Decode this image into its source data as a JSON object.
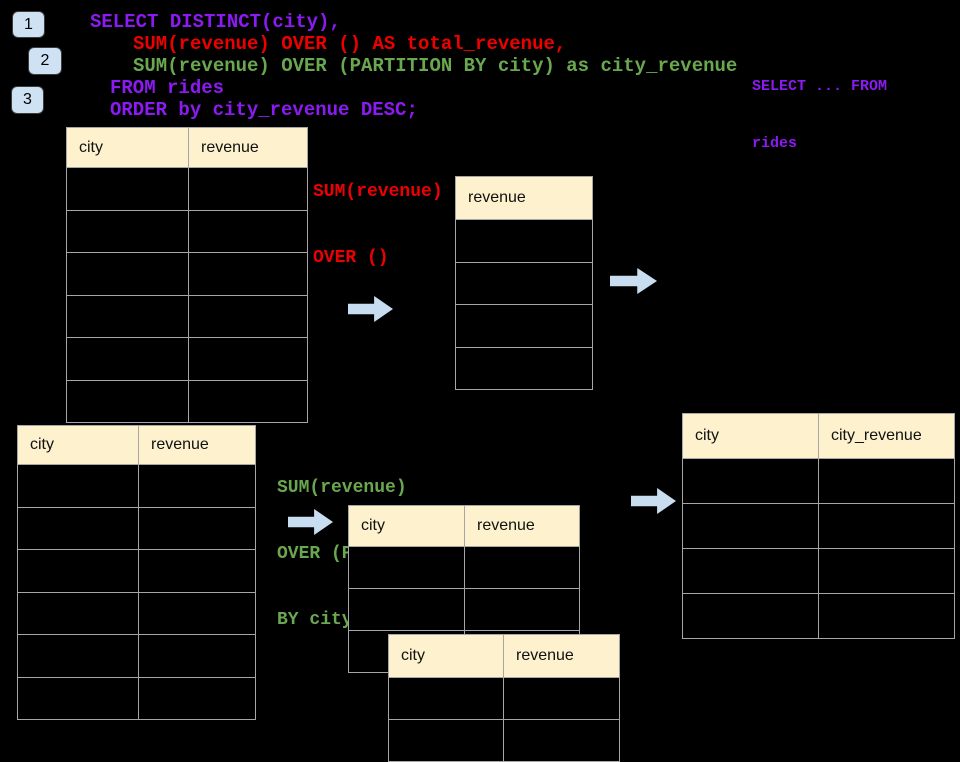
{
  "colors": {
    "background": "#000000",
    "code_purple": "#8c1af2",
    "code_red": "#ee0000",
    "code_green": "#6aa84f",
    "table_header_bg": "#fdf2cd",
    "table_border": "#a6a6a6",
    "arrow_fill": "#c9ddf1",
    "badge_bg": "#cfe2f3"
  },
  "badges": [
    {
      "label": "1"
    },
    {
      "label": "2"
    },
    {
      "label": "3"
    }
  ],
  "code": {
    "lines": [
      {
        "text": "SELECT DISTINCT(city),",
        "color": "purple"
      },
      {
        "text": "SUM(revenue) OVER () AS total_revenue,",
        "color": "red"
      },
      {
        "text": "SUM(revenue) OVER (PARTITION BY city) as city_revenue",
        "color": "green"
      },
      {
        "text": "FROM rides",
        "color": "purple"
      },
      {
        "text": "ORDER by city_revenue DESC;",
        "color": "purple"
      }
    ]
  },
  "side_note": {
    "line1": "SELECT ... FROM",
    "line2": "rides"
  },
  "labels": {
    "total_revenue": {
      "line1": "SUM(revenue)",
      "line2": "OVER ()"
    },
    "partition": {
      "line1": "SUM(revenue)",
      "line2": "OVER (PARTITION",
      "line3": "BY city)"
    }
  },
  "tables": {
    "rides": {
      "headers": [
        "city",
        "revenue"
      ],
      "empty_rows": 6
    },
    "total": {
      "headers": [
        "revenue"
      ],
      "empty_rows": 4
    },
    "rides2": {
      "headers": [
        "city",
        "revenue"
      ],
      "empty_rows": 6
    },
    "partition_mid": {
      "headers": [
        "city",
        "revenue"
      ],
      "empty_rows": 3
    },
    "partition_overlay": {
      "headers": [
        "city",
        "revenue"
      ],
      "empty_rows": 2
    },
    "result": {
      "headers": [
        "city",
        "city_revenue"
      ],
      "empty_rows": 4
    }
  }
}
